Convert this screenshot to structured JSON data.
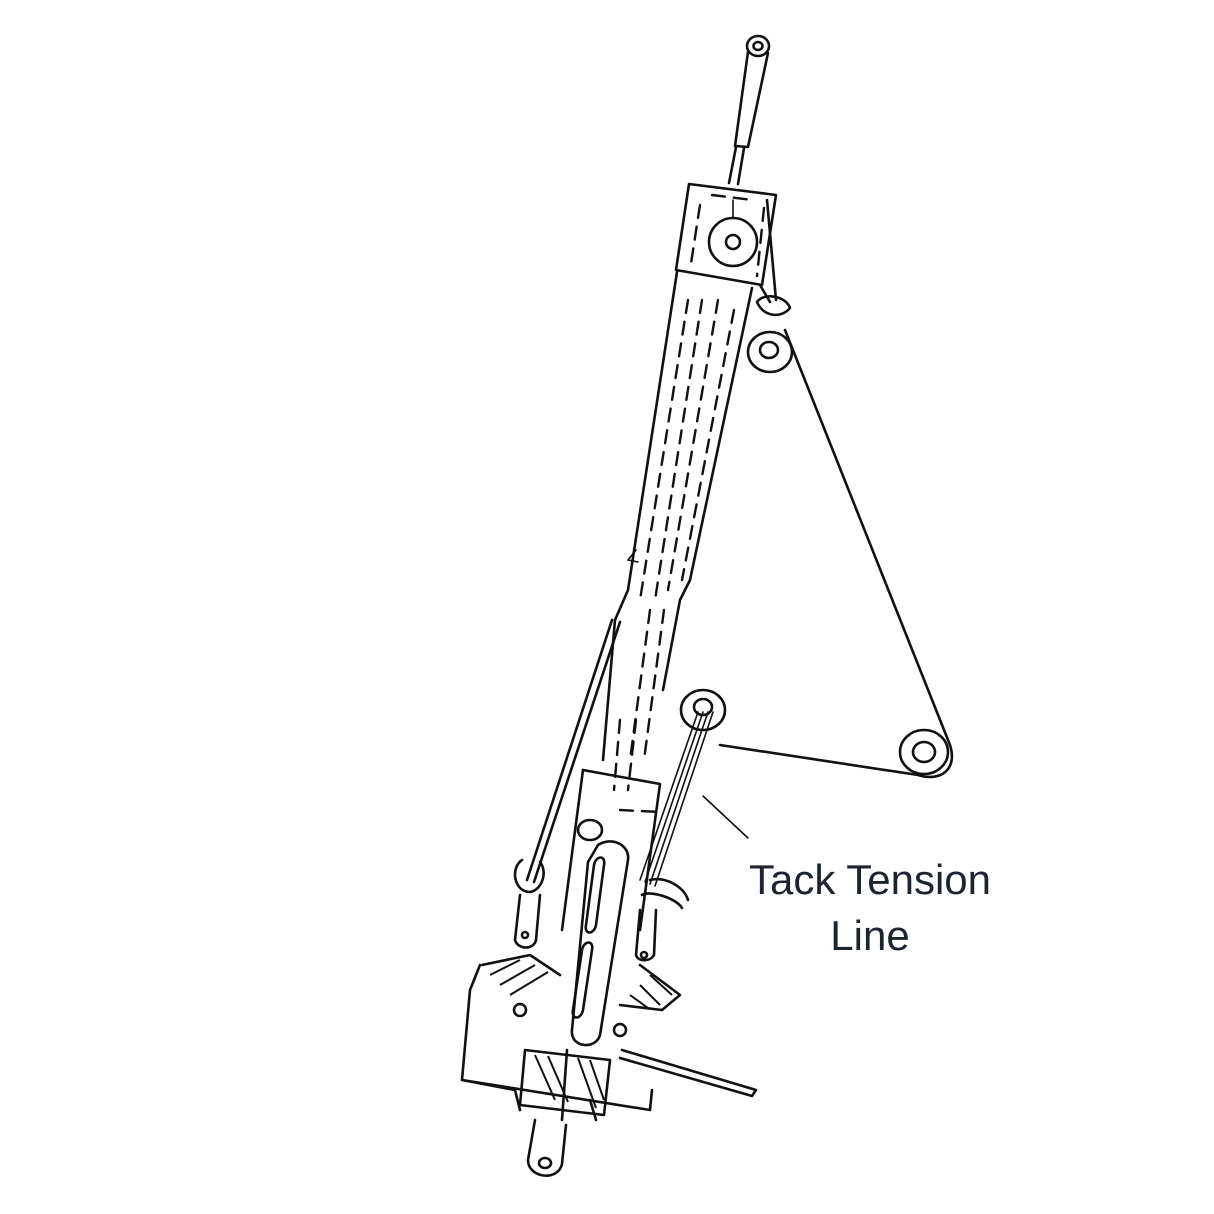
{
  "diagram": {
    "subject": "mast tack assembly line drawing",
    "callouts": [
      {
        "id": "tack-tension-line",
        "lines": [
          "Tack Tension",
          "Line"
        ],
        "color": "#1b2430",
        "pointer_from": [
          703,
          796
        ],
        "pointer_to": [
          748,
          838
        ]
      }
    ],
    "colors": {
      "background": "#ffffff",
      "linework": "#111111",
      "label_text": "#1b2430"
    }
  }
}
